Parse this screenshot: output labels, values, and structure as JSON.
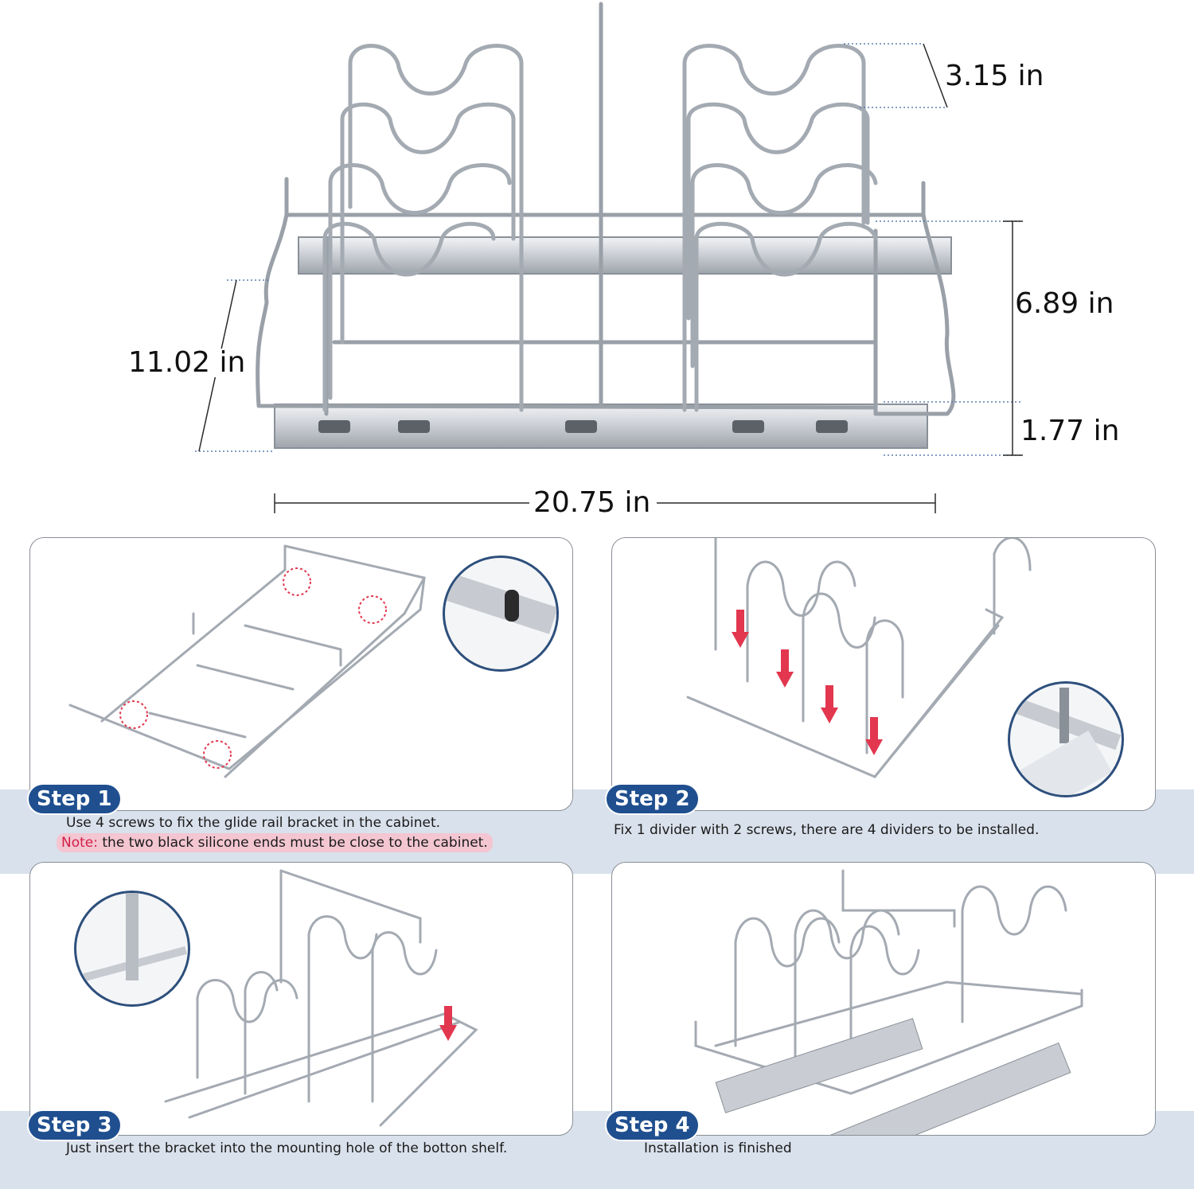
{
  "dimensions": {
    "height_top": "3.15 in",
    "depth_left": "11.02 in",
    "height_right": "6.89 in",
    "rail_height": "1.77 in",
    "width_bottom": "20.75 in"
  },
  "steps": [
    {
      "badge": "Step 1",
      "caption": "Use 4 screws to fix the glide rail bracket in the cabinet.",
      "note_key": "Note:",
      "note_text": " the two black silicone ends must be close to the cabinet."
    },
    {
      "badge": "Step 2",
      "caption": "Fix 1 divider with 2 screws, there are 4 dividers to be installed."
    },
    {
      "badge": "Step 3",
      "caption": "Just insert the bracket into the mounting hole of the botton shelf."
    },
    {
      "badge": "Step 4",
      "caption": "Installation is finished"
    }
  ],
  "colors": {
    "badge_blue": "#1f4f8f",
    "band": "#d9e1ec",
    "note_red": "#d21f45",
    "note_bg": "#f3c6d2",
    "arrow_red": "#e2374f",
    "chrome": "#9aa0a8"
  }
}
